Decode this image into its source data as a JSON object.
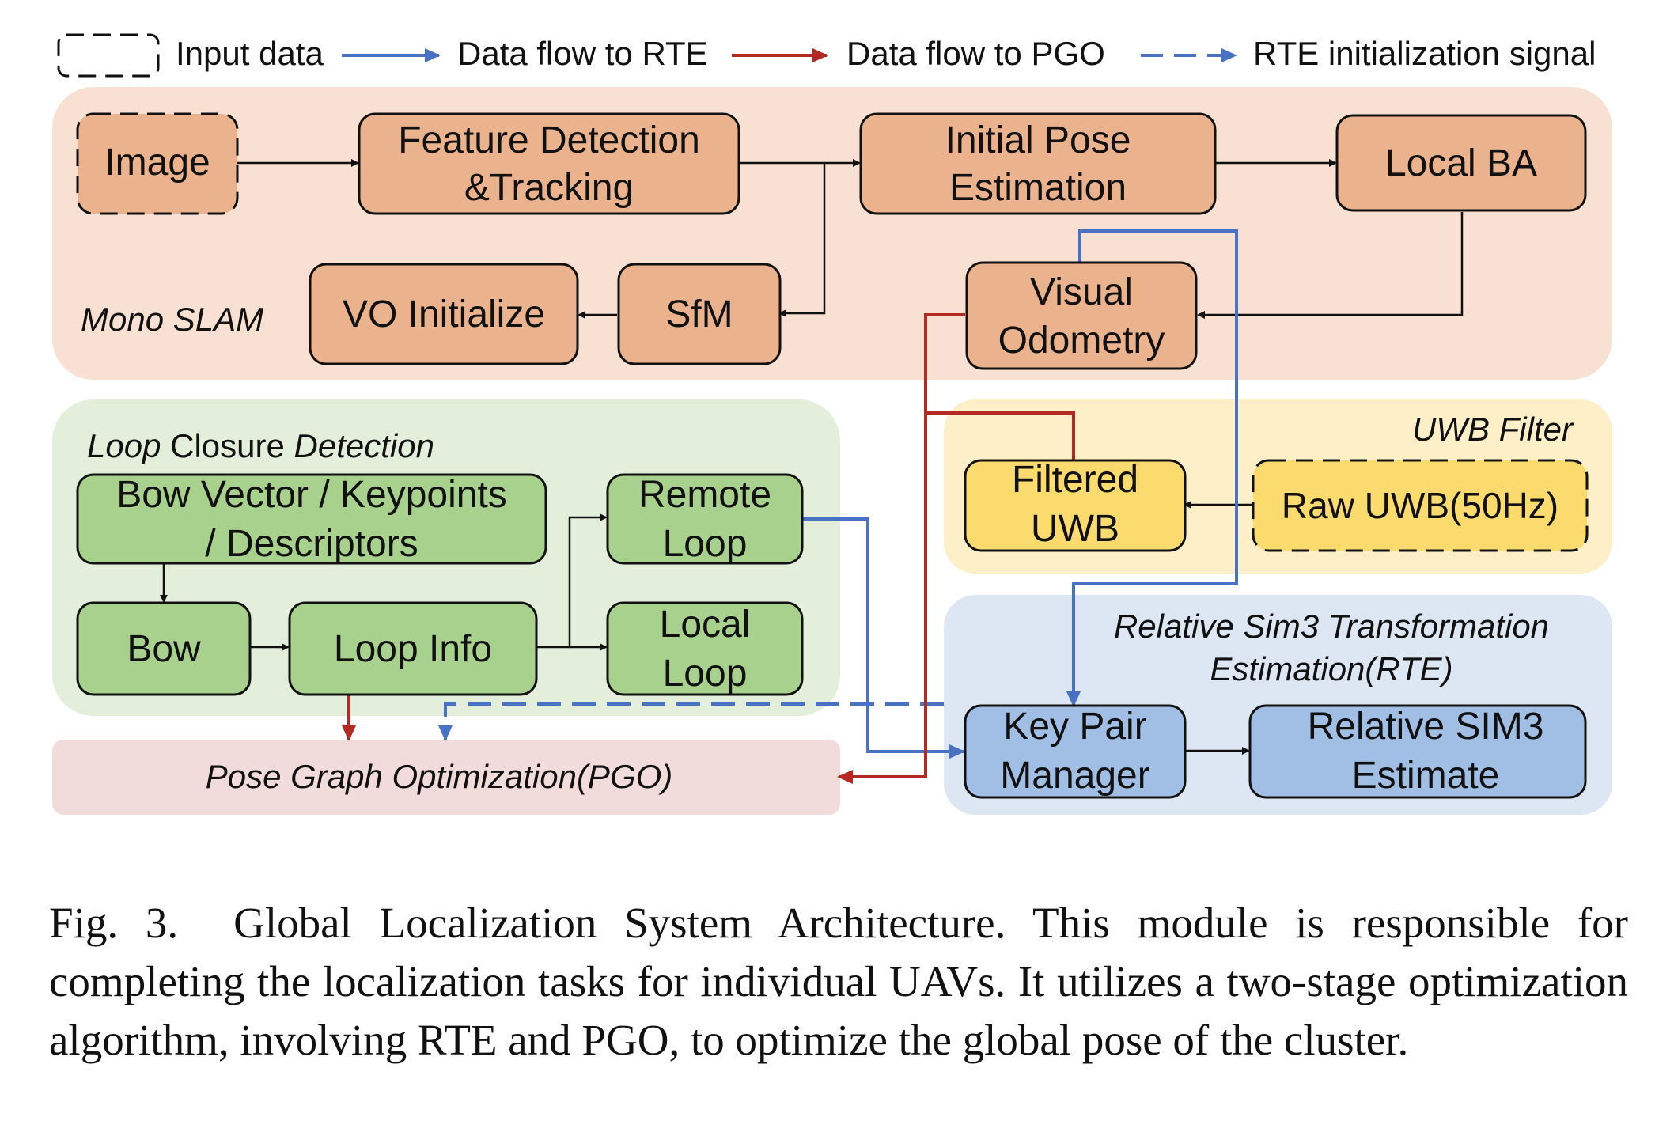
{
  "legend": {
    "input_data": "Input data",
    "flow_rte": "Data flow to RTE",
    "flow_pgo": "Data flow to PGO",
    "rte_init": "RTE initialization signal"
  },
  "groups": {
    "mono_slam": "Mono SLAM",
    "loop_closure": [
      "Loop",
      " Closure ",
      "Detection"
    ],
    "uwb_filter": "UWB Filter",
    "rte": [
      "Relative Sim3 Transformation",
      "Estimation(RTE)"
    ],
    "pgo": "Pose Graph Optimization(PGO)"
  },
  "nodes": {
    "image": [
      "Image"
    ],
    "feature_detection": [
      "Feature Detection",
      "&Tracking"
    ],
    "initial_pose": [
      "Initial Pose",
      "Estimation"
    ],
    "local_ba": [
      "Local BA"
    ],
    "vo_initialize": [
      "VO Initialize"
    ],
    "sfm": [
      "SfM"
    ],
    "visual_odometry": [
      "Visual",
      "Odometry"
    ],
    "bow_vector": [
      "Bow Vector / Keypoints",
      "/ Descriptors"
    ],
    "remote_loop": [
      "Remote",
      "Loop"
    ],
    "bow": [
      "Bow"
    ],
    "loop_info": [
      "Loop Info"
    ],
    "local_loop": [
      "Local",
      "Loop"
    ],
    "filtered_uwb": [
      "Filtered",
      "UWB"
    ],
    "raw_uwb": [
      "Raw UWB(50Hz)"
    ],
    "key_pair": [
      "Key Pair",
      "Manager"
    ],
    "relative_sim3": [
      "Relative SIM3",
      "Estimate"
    ]
  },
  "colors": {
    "blue_flow": "#4a72c4",
    "red_flow": "#b42a22",
    "slam_node": "#eab38d",
    "loop_node": "#a9d18e",
    "uwb_node": "#fbdb6e",
    "rte_node": "#a1bee4"
  },
  "caption": {
    "label": "Fig. 3.",
    "text": "Global Localization System Architecture. This module is responsible for completing the localization tasks for individual UAVs. It utilizes a two-stage optimization algorithm, involving RTE and PGO, to optimize the global pose of the cluster."
  }
}
